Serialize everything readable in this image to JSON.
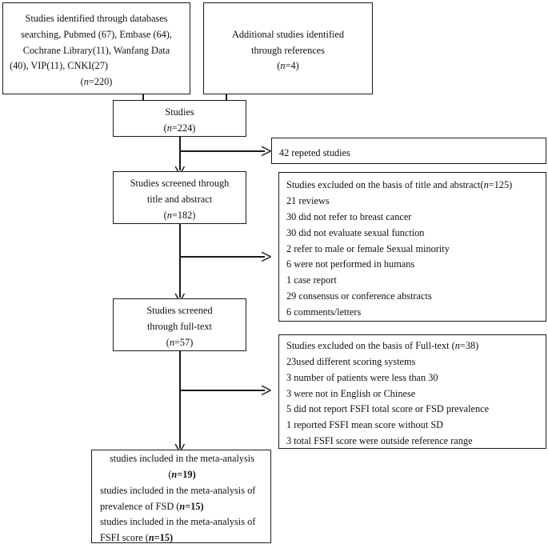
{
  "diagram": {
    "type": "prisma-flow-diagram",
    "colors": {
      "stroke": "#1a1a1a",
      "background": "#ffffff",
      "text": "#111111"
    },
    "boxes": {
      "identification_databases": {
        "lines": [
          "Studies identified through databases",
          "searching, Pubmed (67), Embase (64),",
          "Cochrane Library(11), Wanfang Data",
          "(40), VIP(11), CNKI(27)"
        ],
        "count_label": "(n=220)"
      },
      "identification_references": {
        "lines": [
          "Additional studies identified",
          "through references"
        ],
        "count_label": "(n=4)"
      },
      "studies_total": {
        "title": "Studies",
        "count_label": "(n=224)"
      },
      "repeated_studies": {
        "label": "42 repeted studies"
      },
      "screened_title_abstract": {
        "lines": [
          "Studies screened through",
          "title and abstract"
        ],
        "count_label": "(n=182)"
      },
      "excluded_title_abstract": {
        "heading": "Studies excluded on the basis of title and abstract(n=125)",
        "heading_count": "125",
        "reasons": [
          "21 reviews",
          "30 did not refer to breast cancer",
          "30 did not evaluate sexual function",
          "2 refer to male or female Sexual minority",
          "6 were not performed in humans",
          "1 case report",
          "29 consensus or conference abstracts",
          "6 comments/letters"
        ]
      },
      "screened_full_text": {
        "lines": [
          "Studies screened",
          "through full-text"
        ],
        "count_label": "(n=57)"
      },
      "excluded_full_text": {
        "heading": "Studies excluded on the basis of Full-text (n=38)",
        "heading_count": "38",
        "reasons": [
          "23used different scoring systems",
          "3 number of patients were less than 30",
          "3 were not in English or Chinese",
          "5 did not report FSFI total score or FSD prevalence",
          "1 reported FSFI mean score without SD",
          "3 total FSFI score were outside reference range"
        ]
      },
      "included": {
        "line1": "studies included in the meta-analysis",
        "count1": "(n=19)",
        "line2a": "studies included in the meta-analysis of",
        "line2b_prefix": "prevalence of FSD ",
        "count2": "(n=15)",
        "line3a": "studies included in the meta-analysis of",
        "line3b_prefix": "FSFI score ",
        "count3": "(n=15)"
      }
    }
  }
}
